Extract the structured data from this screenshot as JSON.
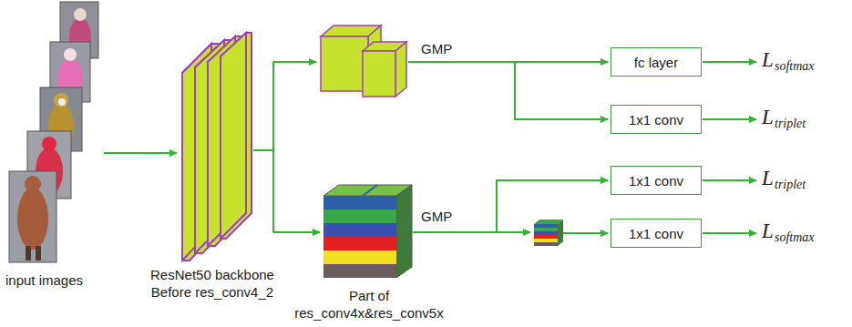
{
  "diagram": {
    "nodes": [
      {
        "text": [
          "fc layer"
        ]
      },
      {
        "text": [
          "1x1 conv"
        ]
      },
      {
        "text": [
          "1x1 conv"
        ]
      },
      {
        "text": [
          "1x1 conv"
        ]
      }
    ],
    "labels": [
      "GMP",
      "GMP",
      "L",
      "softmax",
      "L",
      "triplet",
      "L",
      "triplet",
      "L",
      "softmax",
      "input images",
      "ResNet50 backbone Before res_conv4_2",
      "Part of res_conv4x&res_conv5x"
    ]
  }
}
